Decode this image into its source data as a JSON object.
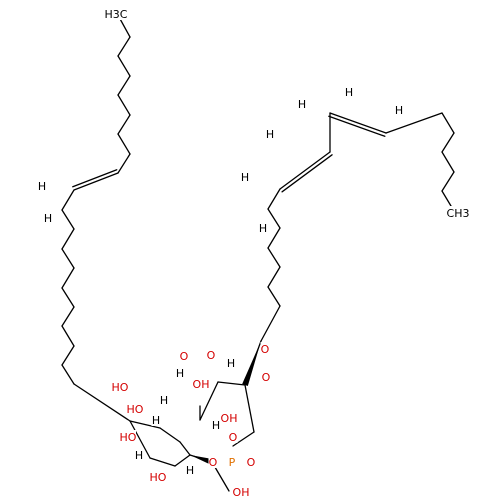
{
  "colors": {
    "bond": "#000000",
    "carbon_h": "#000000",
    "oxygen": "#d40000",
    "phosphorus": "#e07000"
  },
  "atoms": [
    {
      "id": "me1",
      "text": "H3C",
      "color": "carbon_h"
    },
    {
      "id": "h-a1",
      "text": "H",
      "color": "carbon_h"
    },
    {
      "id": "h-a2",
      "text": "H",
      "color": "carbon_h"
    },
    {
      "id": "me2",
      "text": "CH3",
      "color": "carbon_h"
    },
    {
      "id": "h-b1",
      "text": "H",
      "color": "carbon_h"
    },
    {
      "id": "h-b2",
      "text": "H",
      "color": "carbon_h"
    },
    {
      "id": "h-b3",
      "text": "H",
      "color": "carbon_h"
    },
    {
      "id": "h-b4",
      "text": "H",
      "color": "carbon_h"
    },
    {
      "id": "h-b5",
      "text": "H",
      "color": "carbon_h"
    },
    {
      "id": "h-b6",
      "text": "H",
      "color": "carbon_h"
    },
    {
      "id": "o-carbonyl-1",
      "text": "O",
      "color": "oxygen"
    },
    {
      "id": "o-ester-1",
      "text": "O",
      "color": "oxygen"
    },
    {
      "id": "o-carbonyl-2",
      "text": "O",
      "color": "oxygen"
    },
    {
      "id": "o-ester-2",
      "text": "O",
      "color": "oxygen"
    },
    {
      "id": "h-glycerol",
      "text": "H",
      "color": "carbon_h"
    },
    {
      "id": "o-phos-1",
      "text": "O",
      "color": "oxygen"
    },
    {
      "id": "p",
      "text": "P",
      "color": "phosphorus"
    },
    {
      "id": "o-phos-dbl",
      "text": "O",
      "color": "oxygen"
    },
    {
      "id": "o-phos-oh",
      "text": "OH",
      "color": "oxygen"
    },
    {
      "id": "o-phos-2",
      "text": "O",
      "color": "oxygen"
    },
    {
      "id": "oh-1",
      "text": "HO",
      "color": "oxygen"
    },
    {
      "id": "oh-2",
      "text": "OH",
      "color": "oxygen"
    },
    {
      "id": "oh-3",
      "text": "HO",
      "color": "oxygen"
    },
    {
      "id": "oh-4",
      "text": "OH",
      "color": "oxygen"
    },
    {
      "id": "oh-5",
      "text": "HO",
      "color": "oxygen"
    },
    {
      "id": "oh-6",
      "text": "HO",
      "color": "oxygen"
    },
    {
      "id": "h-ring-1",
      "text": "H",
      "color": "carbon_h"
    },
    {
      "id": "h-ring-2",
      "text": "H",
      "color": "carbon_h"
    },
    {
      "id": "h-ring-3",
      "text": "H",
      "color": "carbon_h"
    },
    {
      "id": "h-ring-4",
      "text": "H",
      "color": "carbon_h"
    },
    {
      "id": "h-ring-5",
      "text": "H",
      "color": "carbon_h"
    },
    {
      "id": "h-ring-6",
      "text": "H",
      "color": "carbon_h"
    }
  ]
}
